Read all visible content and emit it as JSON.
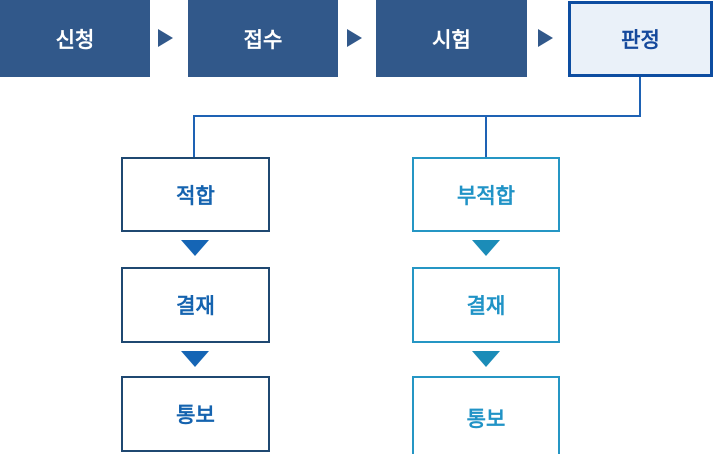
{
  "colors": {
    "step-fill": "#31588a",
    "step-text": "#ffffff",
    "judgment-fill": "#eaf1f9",
    "judgment-border": "#0d4da1",
    "judgment-text": "#15499c",
    "connector": "#1e62b4",
    "pass-border": "#1f4871",
    "pass-text": "#1563af",
    "pass-arrow": "#1565b5",
    "fail-border": "#2596c4",
    "fail-text": "#2093c6",
    "fail-arrow": "#1b8cb8",
    "background": "#ffffff"
  },
  "flow": {
    "top_steps": [
      {
        "label": "신청"
      },
      {
        "label": "접수"
      },
      {
        "label": "시험"
      },
      {
        "label": "판정"
      }
    ],
    "branches": {
      "pass": {
        "steps": [
          {
            "label": "적합"
          },
          {
            "label": "결재"
          },
          {
            "label": "통보"
          }
        ]
      },
      "fail": {
        "steps": [
          {
            "label": "부적합"
          },
          {
            "label": "결재"
          },
          {
            "label": "통보"
          }
        ]
      }
    }
  }
}
